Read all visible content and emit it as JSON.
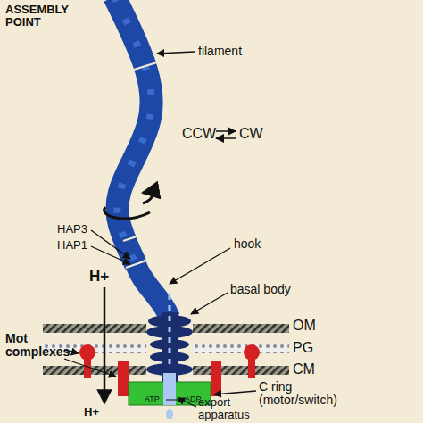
{
  "diagram": {
    "labels": [
      "ASSEMBLY POINT",
      "filament",
      "CCW",
      "CW",
      "hook",
      "HAP3",
      "HAP1",
      "basal body",
      "H+",
      "OM",
      "PG",
      "CM",
      "Mot complexes",
      "H+",
      "C ring (motor/switch)",
      "ATP",
      "ADP",
      "export apparatus"
    ]
  }
}
